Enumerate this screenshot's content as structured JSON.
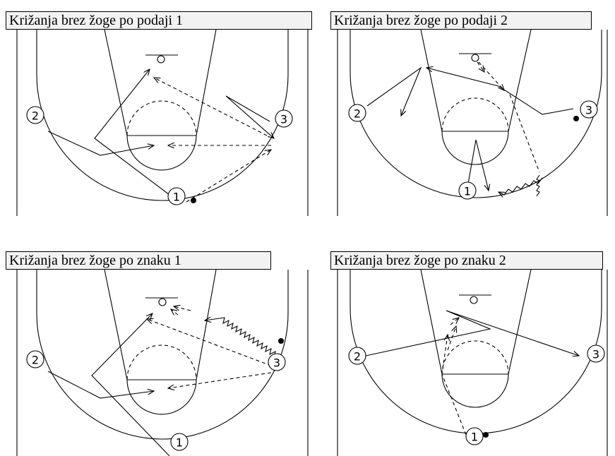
{
  "panels": [
    {
      "title": "Križanja brez žoge po podaji 1",
      "players": [
        "1",
        "2",
        "3"
      ]
    },
    {
      "title": "Križanja brez žoge po podaji 2",
      "players": [
        "1",
        "2",
        "3"
      ]
    },
    {
      "title": "Križanja brez žoge po znaku 1",
      "players": [
        "1",
        "2",
        "3"
      ]
    },
    {
      "title": "Križanja brez žoge po znaku 2",
      "players": [
        "1",
        "2",
        "3"
      ]
    }
  ]
}
